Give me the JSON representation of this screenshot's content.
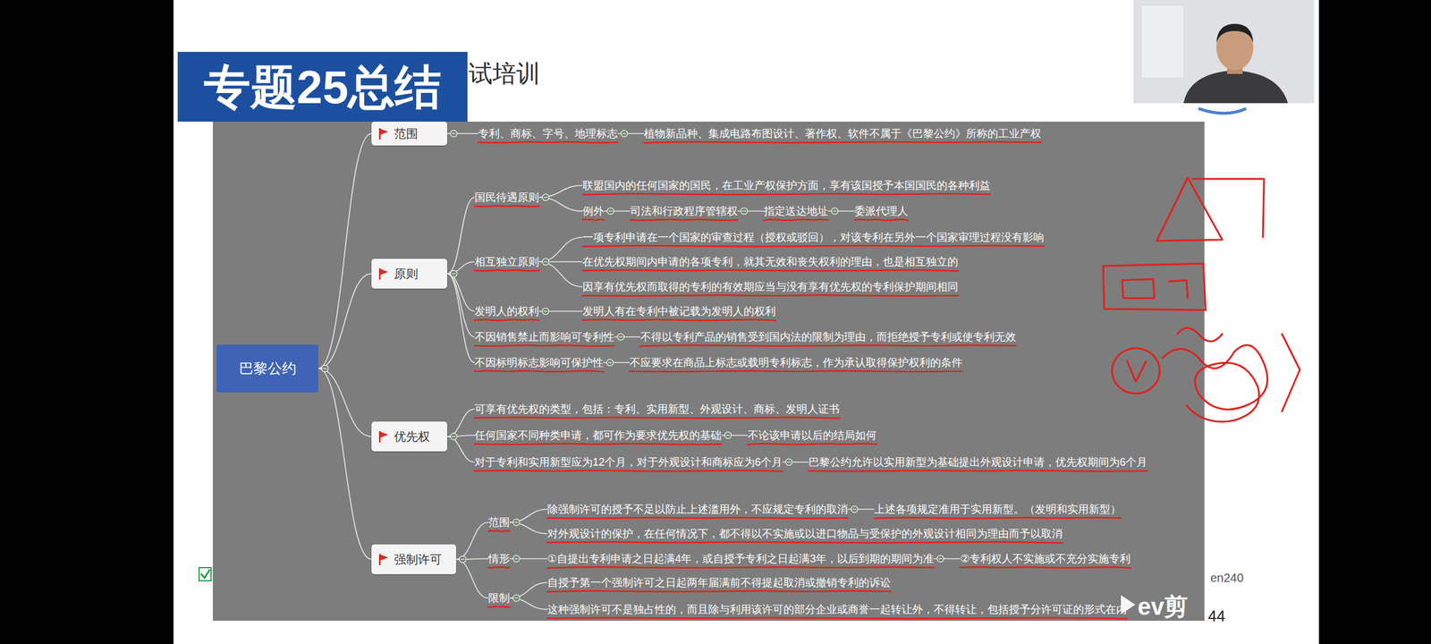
{
  "diagram": {
    "title": "专题25总结",
    "nodes": [
      {
        "text": [
          "巴黎公约"
        ]
      },
      {
        "text": [
          "范围"
        ]
      },
      {
        "text": [
          "专利、商标、字号、地理标志"
        ]
      },
      {
        "text": [
          "植物新品种、集成电路布图设计、著作权、软件不属于《巴黎公约》所称的工业产权"
        ]
      },
      {
        "text": [
          "原则"
        ]
      },
      {
        "text": [
          "国民待遇原则"
        ]
      },
      {
        "text": [
          "联盟国内的任何国家的国民，在工业产权保护方面，享有该国授予本国国民的各种利益"
        ]
      },
      {
        "text": [
          "例外"
        ]
      },
      {
        "text": [
          "司法和行政程序管辖权"
        ]
      },
      {
        "text": [
          "指定送达地址"
        ]
      },
      {
        "text": [
          "委派代理人"
        ]
      },
      {
        "text": [
          "相互独立原则"
        ]
      },
      {
        "text": [
          "一项专利申请在一个国家的审查过程（授权或驳回），对该专利在另外一个国家审理过程没有影响"
        ]
      },
      {
        "text": [
          "在优先权期间内申请的各项专利，就其无效和丧失权利的理由，也是相互独立的"
        ]
      },
      {
        "text": [
          "因享有优先权而取得的专利的有效期应当与没有享有优先权的专利保护期间相同"
        ]
      },
      {
        "text": [
          "发明人的权利"
        ]
      },
      {
        "text": [
          "发明人有在专利中被记载为发明人的权利"
        ]
      },
      {
        "text": [
          "不因销售禁止而影响可专利性"
        ]
      },
      {
        "text": [
          "不得以专利产品的销售受到国内法的限制为理由，而拒绝授予专利或使专利无效"
        ]
      },
      {
        "text": [
          "不因标明标志影响可保护性"
        ]
      },
      {
        "text": [
          "不应要求在商品上标志或载明专利标志，作为承认取得保护权利的条件"
        ]
      },
      {
        "text": [
          "优先权"
        ]
      },
      {
        "text": [
          "可享有优先权的类型，包括：专利、实用新型、外观设计、商标、发明人证书"
        ]
      },
      {
        "text": [
          "任何国家不同种类申请，都可作为要求优先权的基础"
        ]
      },
      {
        "text": [
          "不论该申请以后的结局如何"
        ]
      },
      {
        "text": [
          "对于专利和实用新型应为12个月，对于外观设计和商标应为6个月"
        ]
      },
      {
        "text": [
          "巴黎公约允许以实用新型为基础提出外观设计申请，优先权期间为6个月"
        ]
      },
      {
        "text": [
          "强制许可"
        ]
      },
      {
        "text": [
          "范围"
        ]
      },
      {
        "text": [
          "除强制许可的授予不足以防止上述滥用外，不应规定专利的取消"
        ]
      },
      {
        "text": [
          "上述各项规定准用于实用新型。（发明和实用新型）"
        ]
      },
      {
        "text": [
          "对外观设计的保护，在任何情况下，都不得以不实施或以进口物品与受保护的外观设计相同为理由而予以取消"
        ]
      },
      {
        "text": [
          "情形"
        ]
      },
      {
        "text": [
          "①自提出专利申请之日起满4年，或自授予专利之日起满3年，以后到期的期间为准"
        ]
      },
      {
        "text": [
          "②专利权人不实施或不充分实施专利"
        ]
      },
      {
        "text": [
          "限制"
        ]
      },
      {
        "text": [
          "自授予第一个强制许可之日起两年届满前不得提起取消或撤销专利的诉讼"
        ]
      },
      {
        "text": [
          "这种强制许可不是独占性的，而且除与利用该许可的部分企业或商誉一起转让外，不得转让，包括授予分许可证的形式在内"
        ]
      }
    ],
    "edges": [
      {
        "from": 0,
        "to": 1,
        "arrow": "none"
      },
      {
        "from": 1,
        "to": 2,
        "arrow": "none"
      },
      {
        "from": 2,
        "to": 3,
        "arrow": "none"
      },
      {
        "from": 0,
        "to": 4,
        "arrow": "none"
      },
      {
        "from": 4,
        "to": 5,
        "arrow": "none"
      },
      {
        "from": 5,
        "to": 6,
        "arrow": "none"
      },
      {
        "from": 5,
        "to": 7,
        "arrow": "none"
      },
      {
        "from": 7,
        "to": 8,
        "arrow": "none"
      },
      {
        "from": 8,
        "to": 9,
        "arrow": "none"
      },
      {
        "from": 9,
        "to": 10,
        "arrow": "none"
      },
      {
        "from": 4,
        "to": 11,
        "arrow": "none"
      },
      {
        "from": 11,
        "to": 12,
        "arrow": "none"
      },
      {
        "from": 11,
        "to": 13,
        "arrow": "none"
      },
      {
        "from": 11,
        "to": 14,
        "arrow": "none"
      },
      {
        "from": 4,
        "to": 15,
        "arrow": "none"
      },
      {
        "from": 15,
        "to": 16,
        "arrow": "none"
      },
      {
        "from": 4,
        "to": 17,
        "arrow": "none"
      },
      {
        "from": 17,
        "to": 18,
        "arrow": "none"
      },
      {
        "from": 4,
        "to": 19,
        "arrow": "none"
      },
      {
        "from": 19,
        "to": 20,
        "arrow": "none"
      },
      {
        "from": 0,
        "to": 21,
        "arrow": "none"
      },
      {
        "from": 21,
        "to": 22,
        "arrow": "none"
      },
      {
        "from": 21,
        "to": 23,
        "arrow": "none"
      },
      {
        "from": 23,
        "to": 24,
        "arrow": "none"
      },
      {
        "from": 21,
        "to": 25,
        "arrow": "none"
      },
      {
        "from": 25,
        "to": 26,
        "arrow": "none"
      },
      {
        "from": 0,
        "to": 27,
        "arrow": "none"
      },
      {
        "from": 27,
        "to": 28,
        "arrow": "none"
      },
      {
        "from": 28,
        "to": 29,
        "arrow": "none"
      },
      {
        "from": 29,
        "to": 30,
        "arrow": "none"
      },
      {
        "from": 28,
        "to": 31,
        "arrow": "none"
      },
      {
        "from": 27,
        "to": 32,
        "arrow": "none"
      },
      {
        "from": 32,
        "to": 33,
        "arrow": "none"
      },
      {
        "from": 33,
        "to": 34,
        "arrow": "none"
      },
      {
        "from": 27,
        "to": 35,
        "arrow": "none"
      },
      {
        "from": 35,
        "to": 36,
        "arrow": "none"
      },
      {
        "from": 35,
        "to": 37,
        "arrow": "none"
      }
    ],
    "labels": [
      "试培训",
      "ev剪",
      "44",
      "en240"
    ]
  }
}
